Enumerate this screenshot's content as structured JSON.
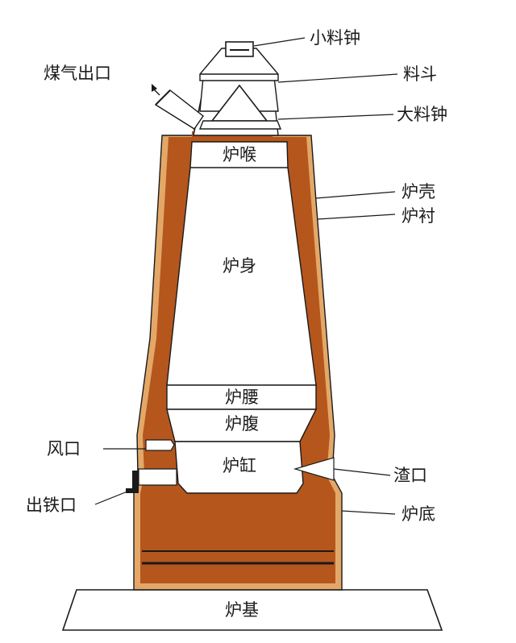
{
  "labels": {
    "small_bell": "小料钟",
    "gas_outlet": "煤气出口",
    "hopper": "料斗",
    "large_bell": "大料钟",
    "throat": "炉喉",
    "shell": "炉壳",
    "lining": "炉衬",
    "stack": "炉身",
    "belly": "炉腰",
    "bosh": "炉腹",
    "tuyere": "风口",
    "hearth": "炉缸",
    "slag_notch": "渣口",
    "taphole": "出铁口",
    "bottom": "炉底",
    "foundation": "炉基"
  },
  "colors": {
    "lining": "#b5561d",
    "shell": "#e3a868",
    "outline": "#1a1a1a",
    "background": "#ffffff"
  }
}
